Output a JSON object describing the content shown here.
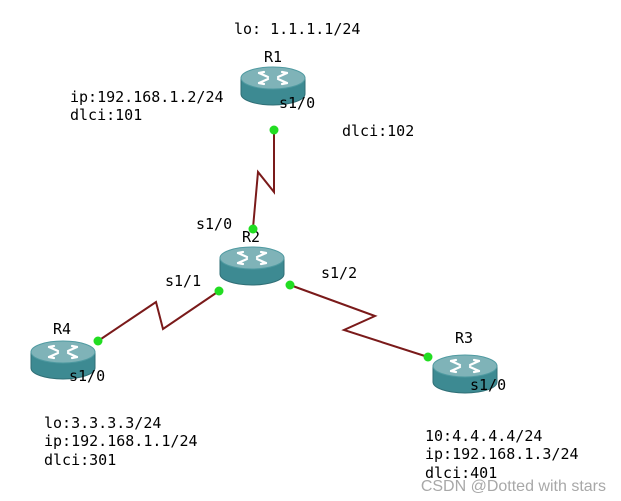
{
  "colors": {
    "link": "#7a1a1a",
    "port_dot": "#22dd22",
    "router_top": "#7fb3b8",
    "router_side": "#3d8a92",
    "router_arrow": "#ffffff",
    "watermark": "#a8a8a8"
  },
  "routers": [
    {
      "name": "R1",
      "icon": "router-icon"
    },
    {
      "name": "R2",
      "icon": "router-icon"
    },
    {
      "name": "R3",
      "icon": "router-icon"
    },
    {
      "name": "R4",
      "icon": "router-icon"
    }
  ],
  "annotations": {
    "r1_loopback": "lo: 1.1.1.1/24",
    "r1_ip": "ip:192.168.1.2/24",
    "r1_dlci": "dlci:101",
    "r1_port": "s1/0",
    "r2_dlci_102": "dlci:102",
    "r2_port_s10": "s1/0",
    "r2_port_s11": "s1/1",
    "r2_port_s12": "s1/2",
    "r4_port": "s1/0",
    "r4_loopback": "lo:3.3.3.3/24",
    "r4_ip": "ip:192.168.1.1/24",
    "r4_dlci": "dlci:301",
    "r3_port": "s1/0",
    "r3_loopback": "10:4.4.4.4/24",
    "r3_ip": "ip:192.168.1.3/24",
    "r3_dlci": "dlci:401"
  },
  "links": [
    {
      "from": "R1",
      "from_port": "s1/0",
      "to": "R2",
      "to_port": "s1/0"
    },
    {
      "from": "R2",
      "from_port": "s1/1",
      "to": "R4",
      "to_port": "s1/0"
    },
    {
      "from": "R2",
      "from_port": "s1/2",
      "to": "R3",
      "to_port": "s1/0"
    }
  ],
  "watermark": "CSDN @Dotted with stars"
}
